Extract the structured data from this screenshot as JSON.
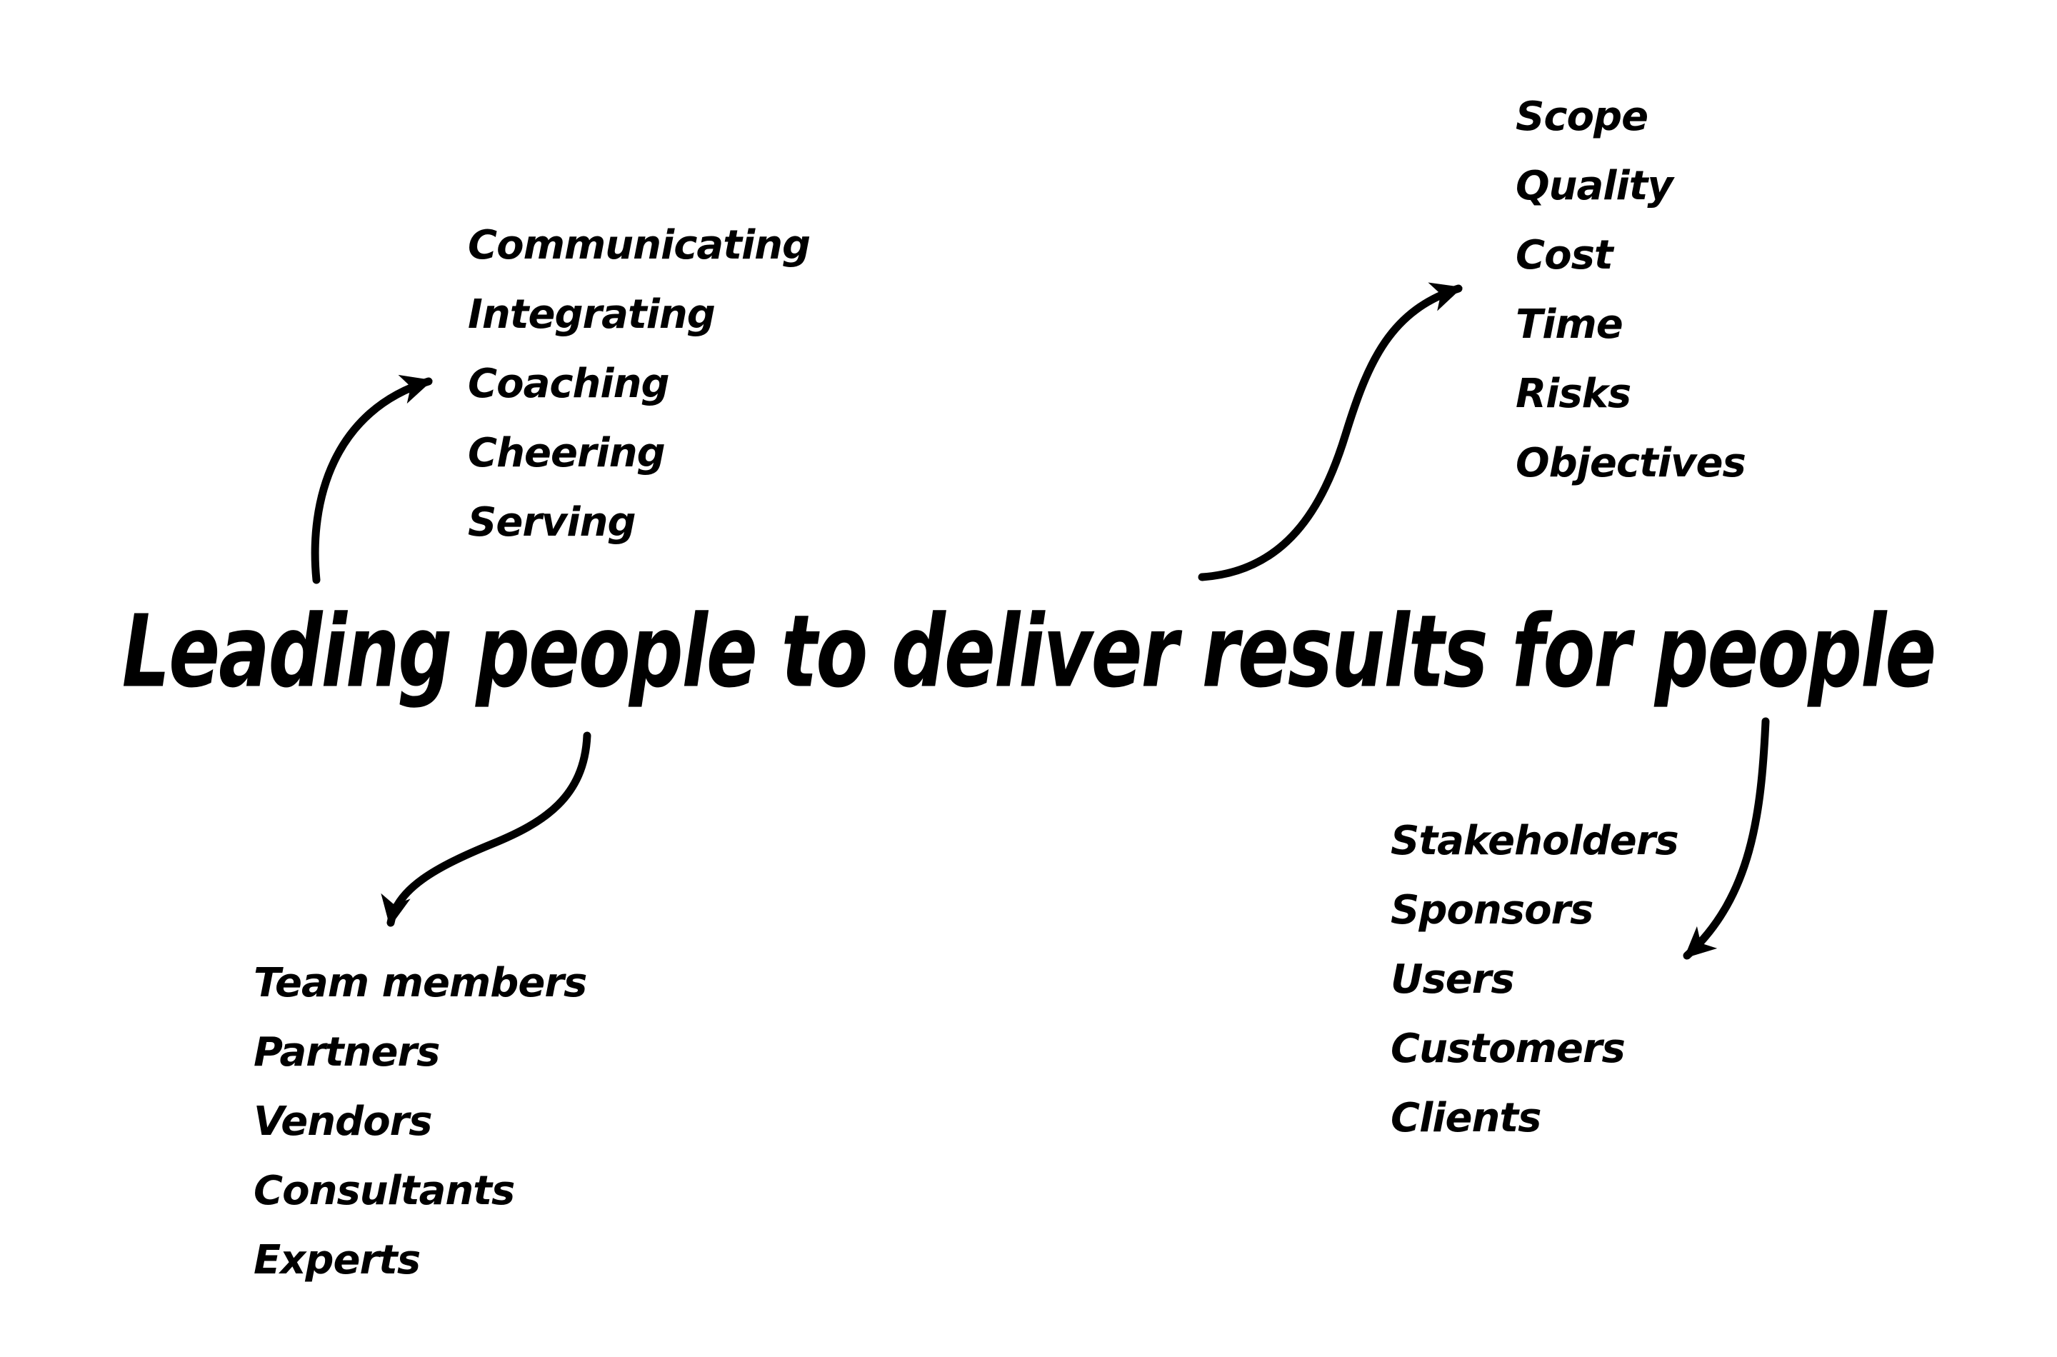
{
  "page": {
    "background_color": "#ffffff",
    "ink_color": "#000000"
  },
  "title": {
    "text": "Leading people to deliver results for people"
  },
  "lists": {
    "top_left": {
      "semantic": "leading-activities",
      "items": [
        "Communicating",
        "Integrating",
        "Coaching",
        "Cheering",
        "Serving"
      ]
    },
    "top_right": {
      "semantic": "delivery-factors",
      "items": [
        "Scope",
        "Quality",
        "Cost",
        "Time",
        "Risks",
        "Objectives"
      ]
    },
    "bottom_left": {
      "semantic": "people-led",
      "items": [
        "Team members",
        "Partners",
        "Vendors",
        "Consultants",
        "Experts"
      ]
    },
    "bottom_right": {
      "semantic": "people-results-for",
      "items": [
        "Stakeholders",
        "Sponsors",
        "Users",
        "Customers",
        "Clients"
      ]
    }
  },
  "arrows": [
    {
      "name": "arrow-leading-to-activities"
    },
    {
      "name": "arrow-results-to-factors"
    },
    {
      "name": "arrow-people-to-team"
    },
    {
      "name": "arrow-people-to-stakeholders"
    }
  ]
}
